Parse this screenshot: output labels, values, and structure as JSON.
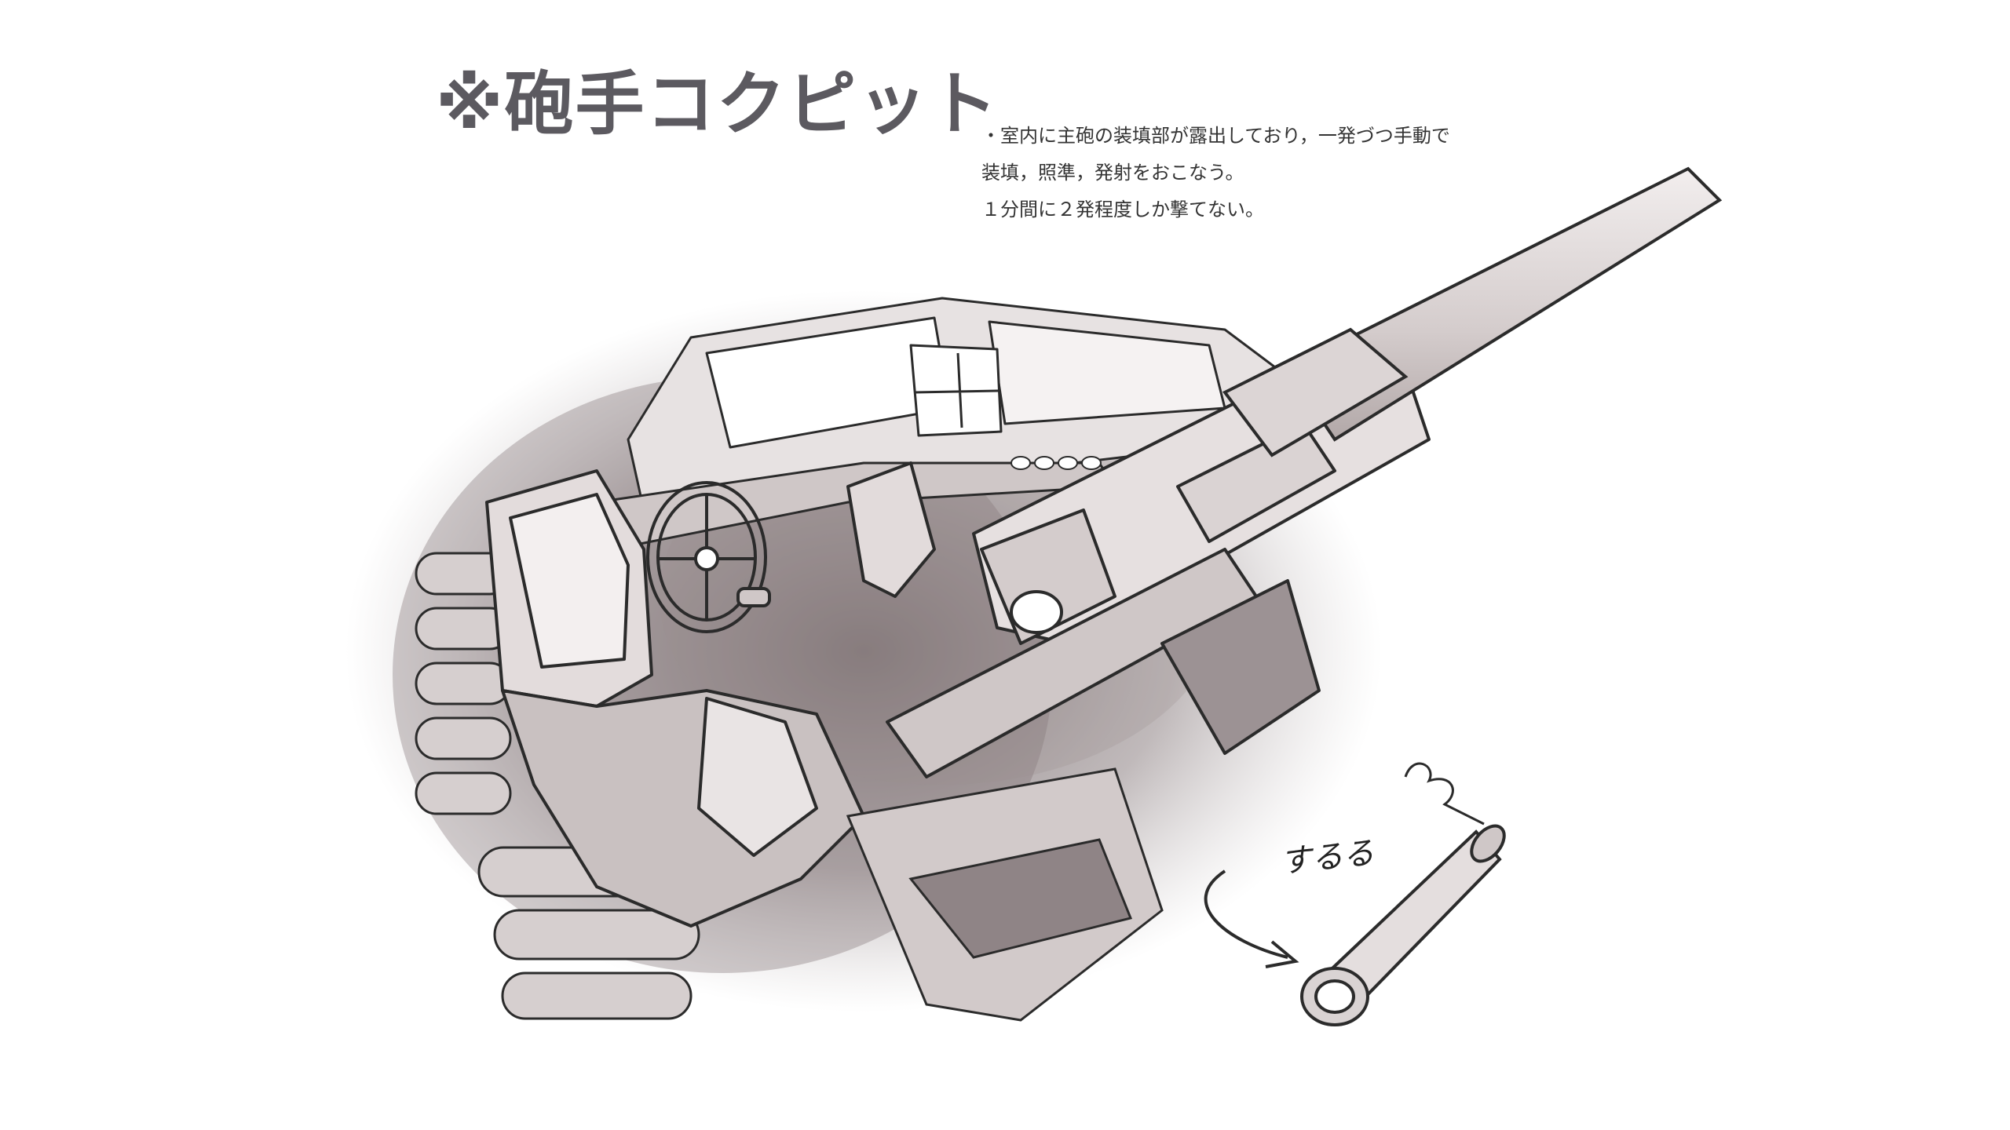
{
  "title": "※砲手コクピット",
  "notes": [
    "・室内に主砲の装填部が露出しており，一発づつ手動で",
    "装填，照準，発射をおこなう。",
    "１分間に２発程度しか撃てない。"
  ],
  "annotation": "するる",
  "colors": {
    "ink": "#2b2b2b",
    "shade": "#8f8486",
    "fill": "#d9d3d3",
    "bg": "#ffffff"
  }
}
